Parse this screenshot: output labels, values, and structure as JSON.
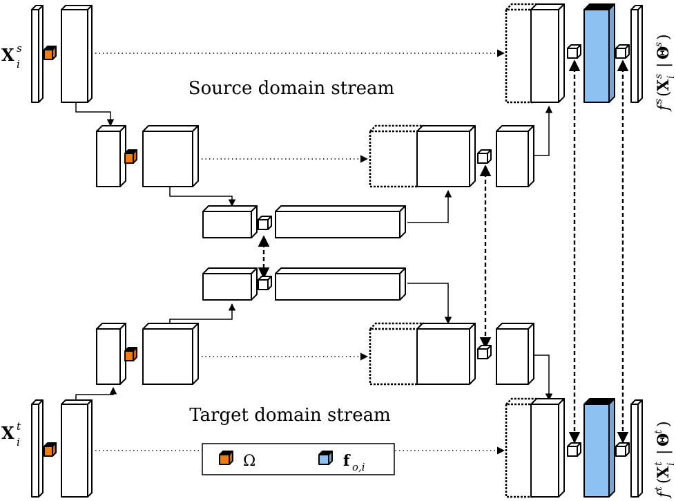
{
  "colors": {
    "omega": "#F47C0E",
    "feature": "#8EC2F4",
    "stroke": "#000000",
    "box_fill": "#ffffff"
  },
  "labels": {
    "source_stream": "Source domain stream",
    "target_stream": "Target domain stream"
  },
  "inputs": {
    "source": {
      "base": "X",
      "sub": "i",
      "sup": "s"
    },
    "target": {
      "base": "X",
      "sub": "i",
      "sup": "t"
    }
  },
  "outputs": {
    "source": {
      "func": "f",
      "sup": "s",
      "arg_base": "X",
      "arg_sub": "i",
      "arg_sup": "s",
      "sep": "|",
      "param": "Θ",
      "param_sup": "s"
    },
    "target": {
      "func": "f",
      "sup": "t",
      "arg_base": "X",
      "arg_sub": "i",
      "arg_sup": "t",
      "sep": "|",
      "param": "Θ",
      "param_sup": "t"
    }
  },
  "legend": {
    "omega_label": "Ω",
    "feature_base": "f",
    "feature_sub": "o,i"
  }
}
